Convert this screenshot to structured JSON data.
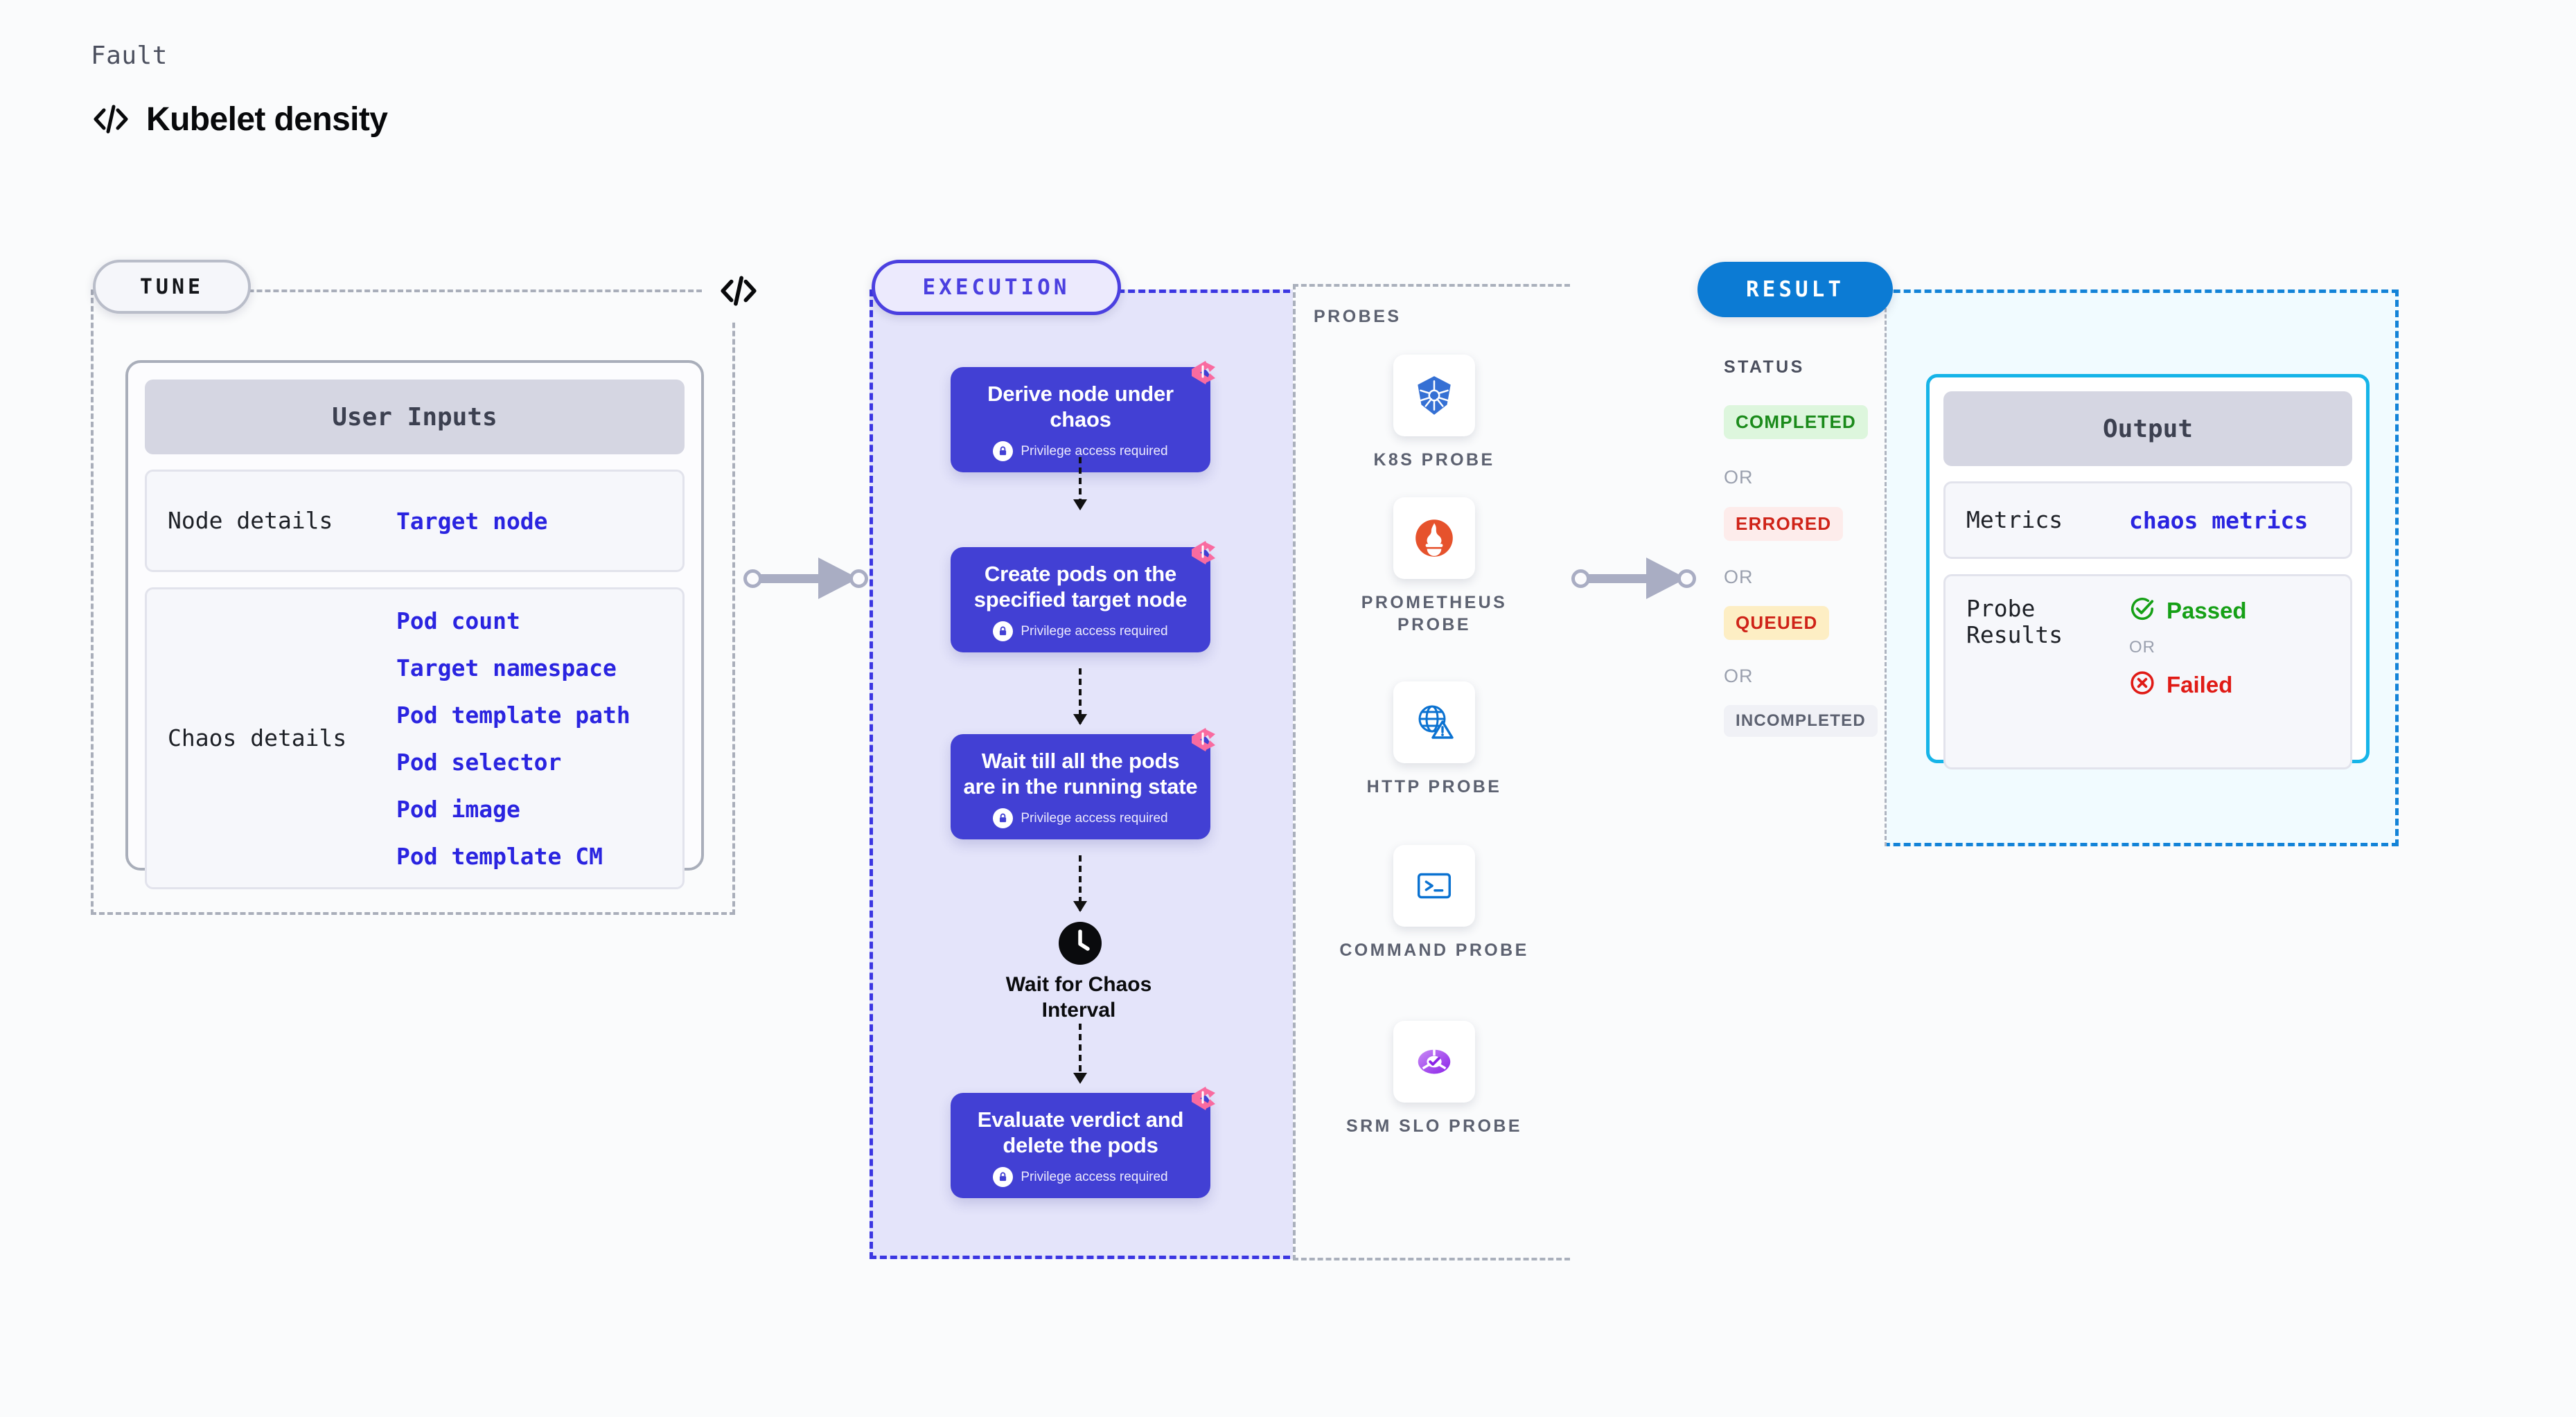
{
  "header": {
    "eyebrow": "Fault",
    "title": "Kubelet density",
    "icon": "code-icon"
  },
  "tune": {
    "badge": "TUNE",
    "divider_icon": "code-icon",
    "card_title": "User Inputs",
    "rows": [
      {
        "key": "Node details",
        "values": [
          "Target node"
        ]
      },
      {
        "key": "Chaos details",
        "values": [
          "Pod count",
          "Target namespace",
          "Pod template path",
          "Pod selector",
          "Pod image",
          "Pod template CM"
        ]
      }
    ]
  },
  "execution": {
    "badge": "EXECUTION",
    "privilege_note": "Privilege access required",
    "steps": [
      {
        "title": "Derive node under chaos",
        "privileged": true
      },
      {
        "title": "Create pods on the specified target node",
        "privileged": true
      },
      {
        "title": "Wait till all the pods are in the running state",
        "privileged": true
      },
      {
        "title": "Evaluate verdict and delete the pods",
        "privileged": true
      }
    ],
    "wait_node": {
      "label": "Wait for Chaos Interval",
      "icon": "clock-icon"
    }
  },
  "probes": {
    "label": "PROBES",
    "items": [
      {
        "label": "K8S PROBE",
        "icon": "kubernetes-icon"
      },
      {
        "label": "PROMETHEUS PROBE",
        "icon": "prometheus-icon"
      },
      {
        "label": "HTTP PROBE",
        "icon": "globe-warning-icon"
      },
      {
        "label": "COMMAND PROBE",
        "icon": "terminal-icon"
      },
      {
        "label": "SRM SLO PROBE",
        "icon": "slo-donut-check-icon"
      }
    ]
  },
  "result": {
    "badge": "RESULT",
    "status_label": "STATUS",
    "or_text": "OR",
    "statuses": [
      {
        "label": "COMPLETED",
        "bg": "#ddf6dd",
        "fg": "#1a8a1a"
      },
      {
        "label": "ERRORED",
        "bg": "#fdeceb",
        "fg": "#cf2318"
      },
      {
        "label": "QUEUED",
        "bg": "#fdeec4",
        "fg": "#cf2318"
      },
      {
        "label": "INCOMPLETED",
        "bg": "#f0f1f6",
        "fg": "#5c6170"
      }
    ],
    "output": {
      "card_title": "Output",
      "metrics_key": "Metrics",
      "metrics_value": "chaos metrics",
      "probe_results_key": "Probe Results",
      "passed": {
        "label": "Passed",
        "icon": "check-circle-icon",
        "color": "#16a016"
      },
      "failed": {
        "label": "Failed",
        "icon": "x-circle-icon",
        "color": "#e01b16"
      },
      "or_text": "OR"
    }
  },
  "colors": {
    "background": "#fafbfc",
    "execution_fill": "#e4e4fa",
    "execution_accent": "#4b40e0",
    "step_card": "#4240d4",
    "result_accent": "#0c7bd4",
    "output_accent": "#16b4e8",
    "value_text": "#2a24e0",
    "harness_pink": "#f96ba0"
  }
}
